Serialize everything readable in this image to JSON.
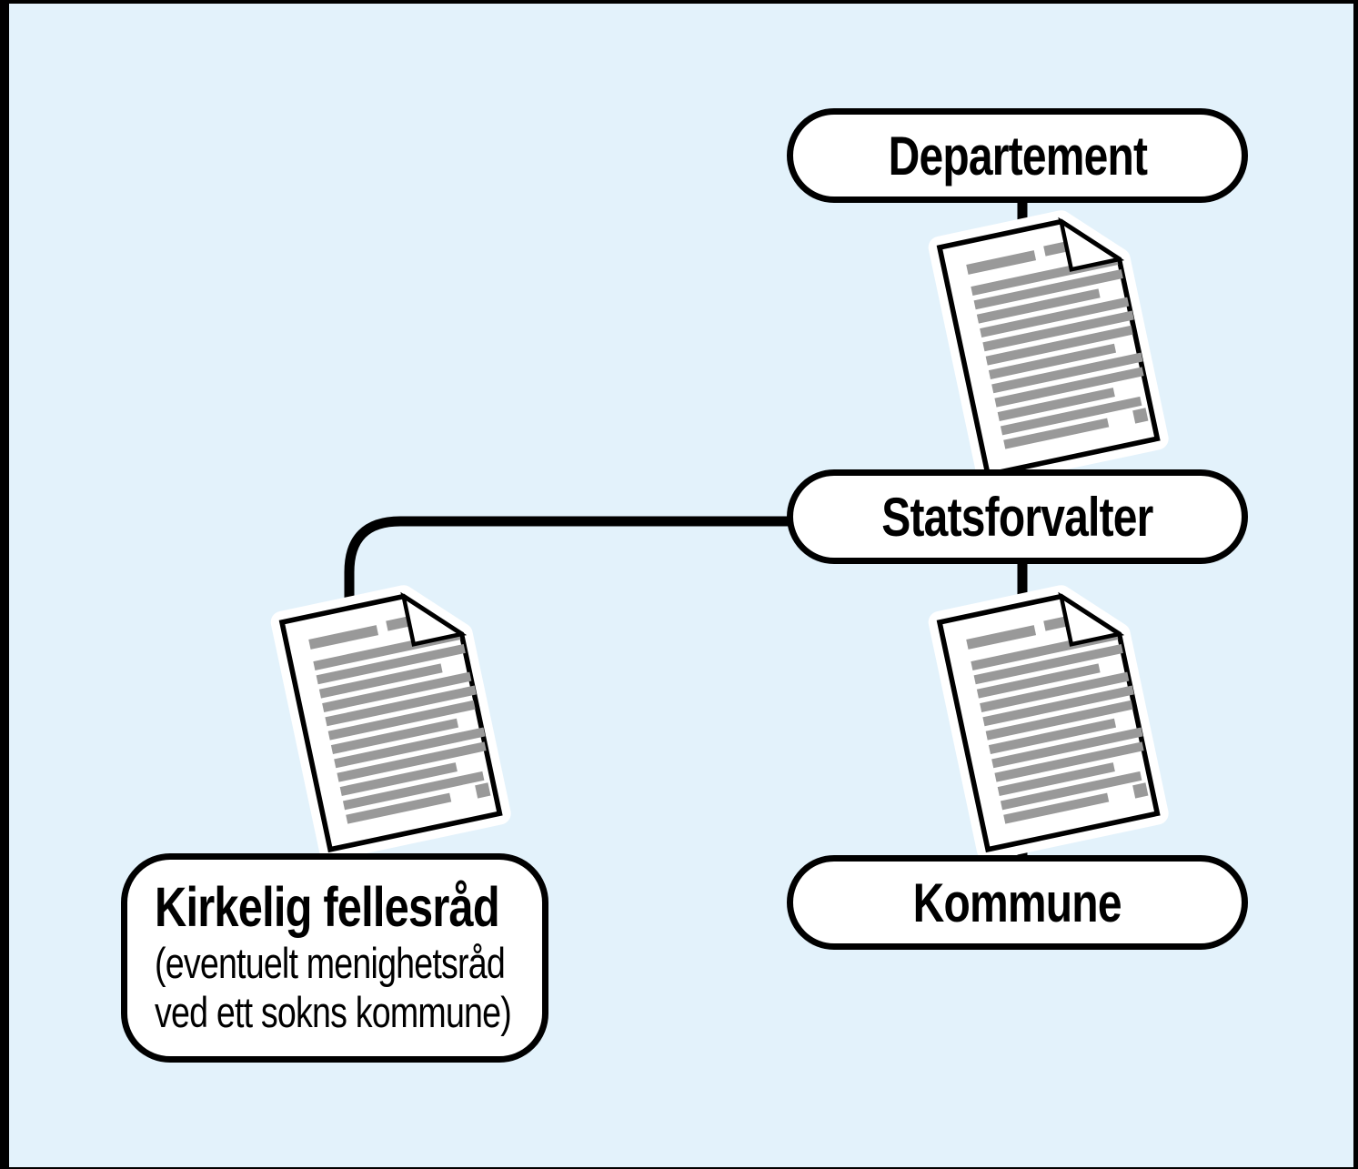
{
  "diagram": {
    "background_color": "#e3f2fb",
    "box_fill_color": "#ffffff",
    "line_color": "#000000",
    "doc_text_line_color": "#999999",
    "nodes": {
      "departement": {
        "label": "Departement"
      },
      "statsforvalter": {
        "label": "Statsforvalter"
      },
      "kommune": {
        "label": "Kommune"
      },
      "kirkelig_fellesrad": {
        "label": "Kirkelig fellesråd",
        "sublabel_line1": "(eventuelt menighetsråd",
        "sublabel_line2": "ved ett sokns kommune)"
      }
    },
    "icons": {
      "top": "document-icon",
      "left": "document-icon",
      "right": "document-icon"
    }
  }
}
